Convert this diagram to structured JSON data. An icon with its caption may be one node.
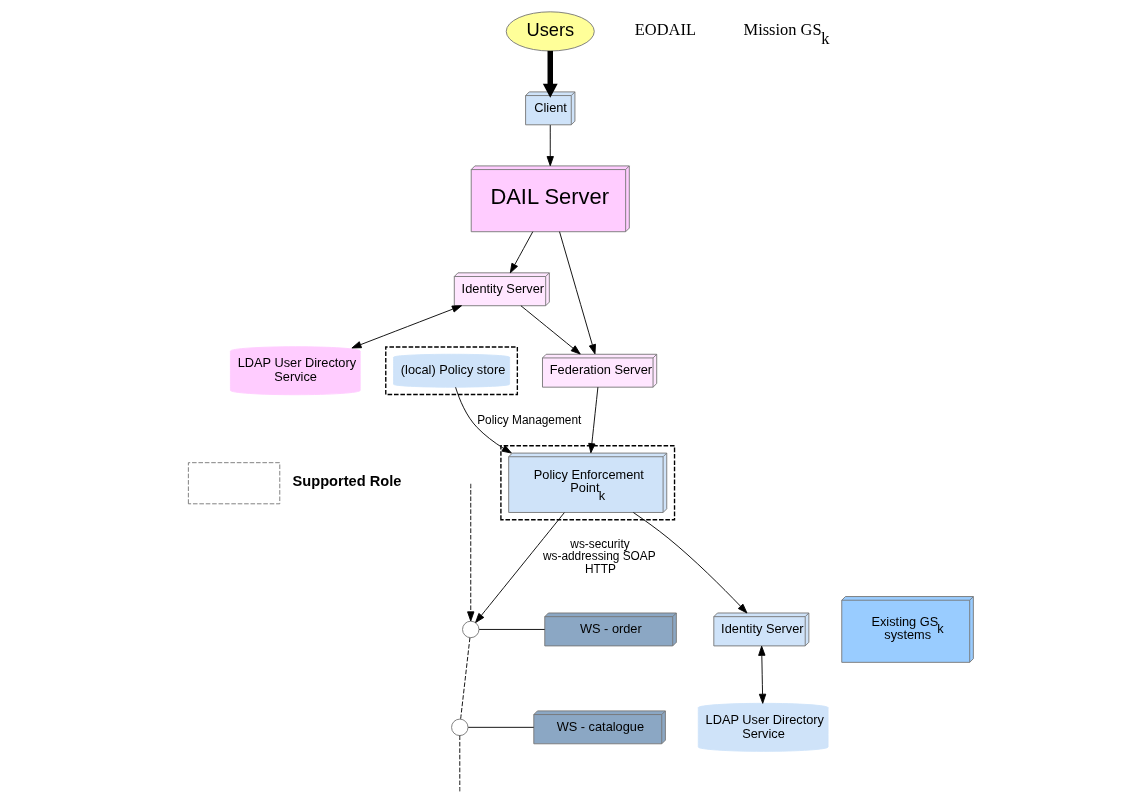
{
  "diagram": {
    "nodes": [
      {
        "text": [
          "Users"
        ]
      },
      {
        "text": [
          "Client"
        ]
      },
      {
        "text": [
          "DAIL Server"
        ]
      },
      {
        "text": [
          "Identity Server"
        ]
      },
      {
        "text": [
          "Federation Server"
        ]
      },
      {
        "text": [
          "LDAP User Directory Service"
        ]
      },
      {
        "text": [],
        "shape": "box"
      },
      {
        "text": [
          "(local) Policy store"
        ],
        "in": 6
      },
      {
        "text": [],
        "shape": "box"
      },
      {
        "text": [
          "Policy Enforcement Point$_{k}$"
        ],
        "in": 8
      },
      {
        "text": [
          "Identity Server"
        ]
      },
      {
        "text": [
          "LDAP User Directory Service"
        ]
      },
      {
        "text": [],
        "shape": "circle"
      },
      {
        "text": [],
        "shape": "circle"
      },
      {
        "text": [
          "WS - order"
        ]
      },
      {
        "text": [
          "WS - catalogue"
        ]
      },
      {
        "text": [
          "Existing GS$_{k}$ systems"
        ]
      }
    ],
    "edges": [
      {
        "from": 0,
        "to": 1,
        "arrow": "to",
        "style": "thick"
      },
      {
        "from": 1,
        "to": 2,
        "arrow": "to"
      },
      {
        "from": 2,
        "to": 3,
        "arrow": "to"
      },
      {
        "from": 2,
        "to": 4,
        "arrow": "to"
      },
      {
        "from": 3,
        "to": 4,
        "arrow": "to"
      },
      {
        "from": 3,
        "to": 5,
        "arrow": "both"
      },
      {
        "from": 4,
        "to": 9,
        "arrow": "to"
      },
      {
        "from": 7,
        "to": 9,
        "arrow": "to",
        "label": "Policy Management"
      },
      {
        "from": 9,
        "to": 10,
        "arrow": "to"
      },
      {
        "from": 10,
        "to": 11,
        "arrow": "both"
      },
      {
        "from": 9,
        "to": 12,
        "arrow": "to",
        "label": "ws-security ws-addressing SOAP HTTP"
      },
      {
        "from": null,
        "to": 12,
        "arrow": "to",
        "style": "dashed"
      },
      {
        "from": 12,
        "to": 13,
        "arrow": "none",
        "style": "dashed"
      },
      {
        "from": 13,
        "to": null,
        "arrow": "none",
        "style": "dashed"
      },
      {
        "from": 12,
        "to": 14,
        "arrow": "none"
      },
      {
        "from": 13,
        "to": 15,
        "arrow": "none"
      }
    ],
    "labels": [
      "EODAIL",
      "Mission GS$_{k}$"
    ],
    "legend": [
      {
        "text": "Supported Role"
      }
    ]
  }
}
